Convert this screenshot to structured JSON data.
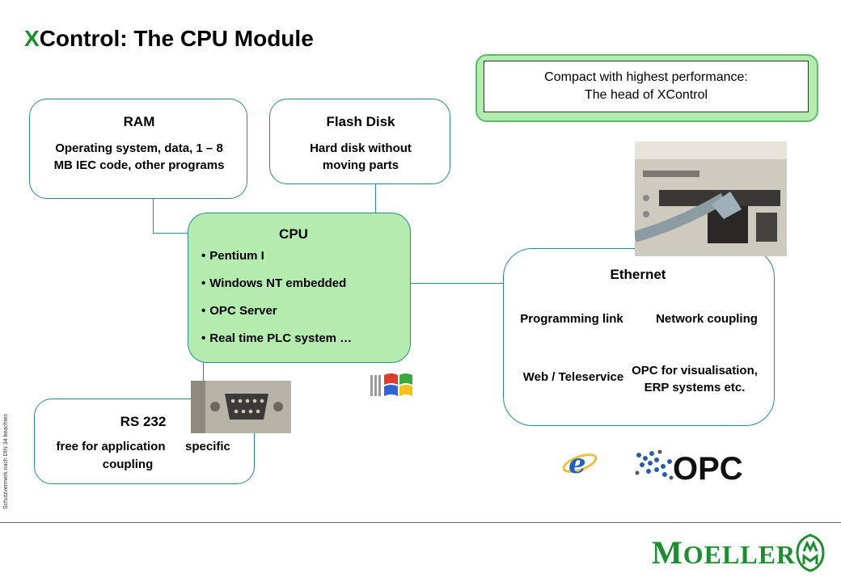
{
  "title": {
    "first_letter": "X",
    "rest": "Control: The CPU Module"
  },
  "callout": {
    "line1": "Compact with highest performance:",
    "line2": "The head of XControl"
  },
  "ram": {
    "heading": "RAM",
    "text": "Operating system, data, 1 – 8 MB IEC code, other programs"
  },
  "flash": {
    "heading": "Flash Disk",
    "text": "Hard disk without moving parts"
  },
  "cpu": {
    "heading": "CPU",
    "items": [
      "Pentium I",
      "Windows NT embedded",
      "OPC Server",
      "Real time PLC system …"
    ]
  },
  "ethernet": {
    "heading": "Ethernet",
    "programming": "Programming link",
    "network": "Network coupling",
    "web": "Web / Teleservice",
    "opc": "OPC for visualisation, ERP systems etc."
  },
  "rs232": {
    "heading": "RS 232",
    "line1a": "free for application",
    "line1b": "specific",
    "line2": "coupling"
  },
  "side_text": "Schutzvermerk nach DIN 34 beachten",
  "logo": {
    "text": "MOELLER",
    "first": "M",
    "rest": "OELLER"
  },
  "opc_logo": "OPC",
  "colors": {
    "accent": "#1a8f2e",
    "box_fill": "#b4ecb0",
    "border": "#2a8a8a"
  }
}
